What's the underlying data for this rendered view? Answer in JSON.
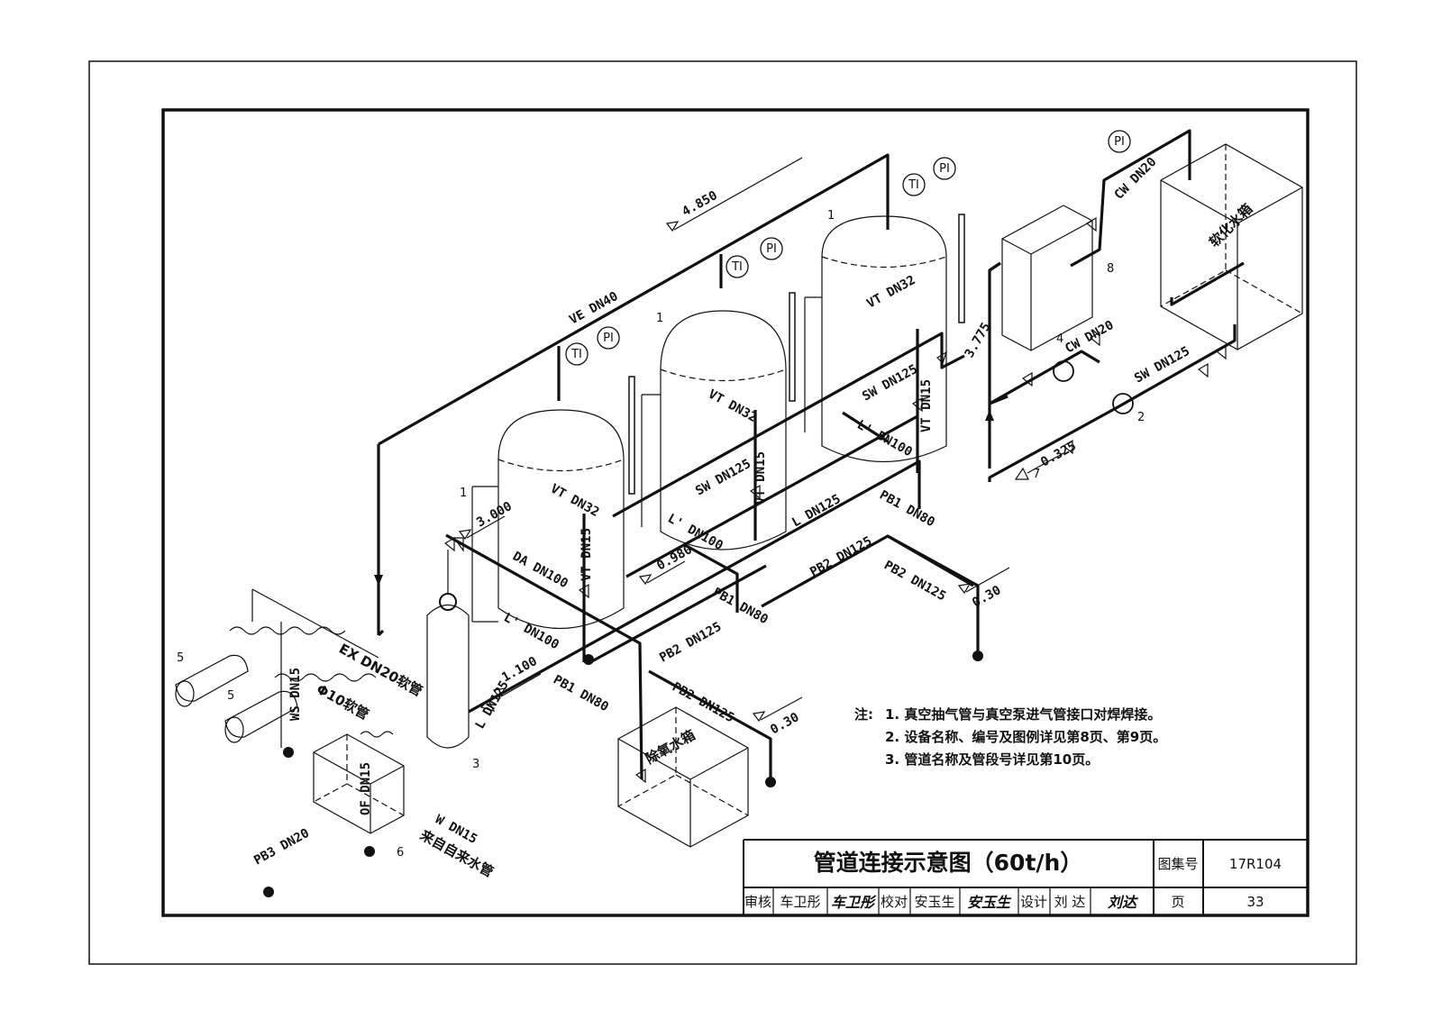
{
  "diagram": {
    "elevations": {
      "top": "4.850",
      "tank_mid": "3.775",
      "da_line": "3.000",
      "l_line": "0.980",
      "bottom_left": "1.100",
      "pump_line": "0.325",
      "drain_1": "0.30",
      "drain_2": "0.30"
    },
    "pipes": {
      "ve": "VE DN40",
      "vt1": "VT DN32",
      "vt2": "VT DN32",
      "vt3": "VT DN32",
      "vt_low1": "VT DN15",
      "vt_low2": "VT DN15",
      "vt_low3": "VT DN15",
      "sw_mid": "SW DN125",
      "sw_top": "SW DN125",
      "sw_right": "SW DN125",
      "cw1": "CW DN20",
      "cw2": "CW DN20",
      "da": "DA DN100",
      "lp1": "L' DN100",
      "lp2": "L' DN100",
      "lp3": "L' DN100",
      "l_main": "L DN125",
      "l_left": "L DN125",
      "pb1a": "PB1 DN80",
      "pb1b": "PB1 DN80",
      "pb1c": "PB1 DN80",
      "pb2a": "PB2 DN125",
      "pb2b": "PB2 DN125",
      "pb2c": "PB2 DN125",
      "pb2d": "PB2 DN125",
      "pb3": "PB3 DN20",
      "ex": "EX DN20软管",
      "phi": "Φ10软管",
      "ws": "WS DN15",
      "of": "OF DN15",
      "w": "W DN15",
      "city": "来自自来水管"
    },
    "equipment": {
      "tag1a": "1",
      "tag1b": "1",
      "tag1c": "1",
      "tag2": "2",
      "tag3": "3",
      "tag4": "4",
      "tag5a": "5",
      "tag5b": "5",
      "tag6": "6",
      "tag7": "7",
      "tag8": "8",
      "soft_tank": "软化水箱",
      "deox_tank": "除氧水箱"
    },
    "gauges": {
      "g1": "TI",
      "g2": "PI",
      "g3": "TI",
      "g4": "PI",
      "g5": "TI",
      "g6": "PI",
      "g7": "PI"
    }
  },
  "notes": {
    "head": "注:",
    "items": [
      "1. 真空抽气管与真空泵进气管接口对焊焊接。",
      "2. 设备名称、编号及图例详见第8页、第9页。",
      "3. 管道名称及管段号详见第10页。"
    ]
  },
  "title_block": {
    "title": "管道连接示意图（60t/h）",
    "atlas_label": "图集号",
    "atlas_no": "17R104",
    "review_label": "审核",
    "reviewer": "车卫彤",
    "check_label": "校对",
    "checker": "安玉生",
    "design_label": "设计",
    "designer": "刘 达",
    "page_label": "页",
    "page_no": "33",
    "sig_review": "车卫彤",
    "sig_check": "安玉生",
    "sig_design": "刘达"
  }
}
